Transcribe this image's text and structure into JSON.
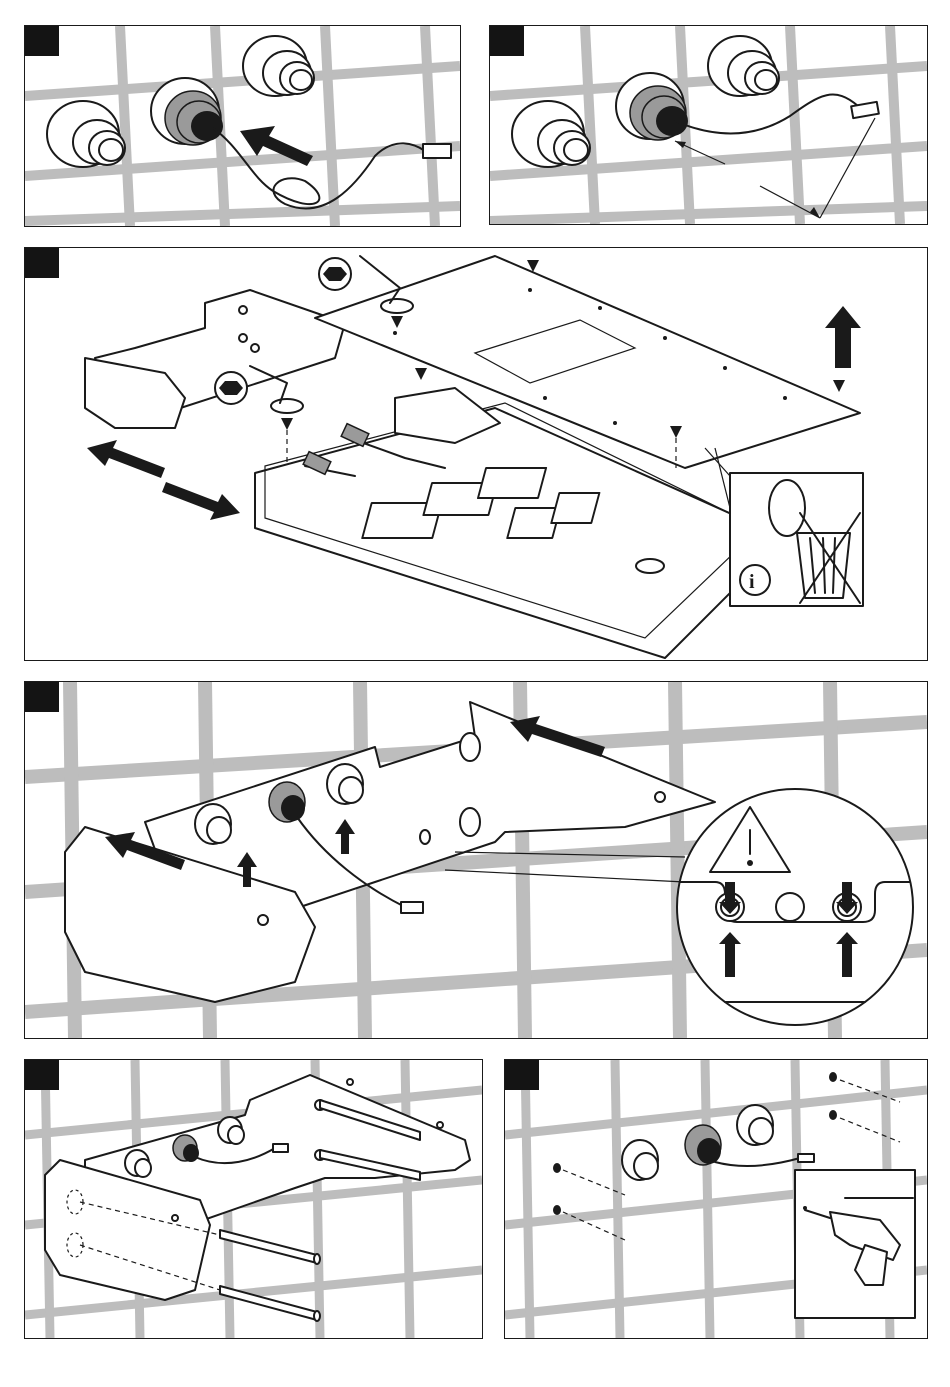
{
  "document": {
    "panels": [
      {
        "id": "p1",
        "step_label": "",
        "description_icons": [
          "wall-tiles",
          "pipe-fittings",
          "cable-connector",
          "arrow-insert"
        ]
      },
      {
        "id": "p2",
        "step_label": "",
        "description_icons": [
          "wall-tiles",
          "pipe-fittings",
          "cable-connector"
        ]
      },
      {
        "id": "p3",
        "step_label": "",
        "description_icons": [
          "hex-key",
          "screw",
          "cover-plate",
          "arrow-up",
          "double-arrow",
          "info-icon",
          "no-trash-icon"
        ]
      },
      {
        "id": "p4",
        "step_label": "",
        "description_icons": [
          "wall-tiles",
          "bracket",
          "arrow-slide",
          "warning-icon",
          "detail-callout"
        ]
      },
      {
        "id": "p5",
        "step_label": "",
        "description_icons": [
          "wall-tiles",
          "bracket",
          "anchor-bolts"
        ]
      },
      {
        "id": "p6",
        "step_label": "",
        "description_icons": [
          "wall-tiles",
          "drill-holes",
          "drill-icon"
        ]
      }
    ],
    "colors": {
      "ink": "#1a1a1a",
      "tile_grout": "#bdbdbd",
      "background": "#ffffff",
      "badge": "#141414"
    }
  }
}
